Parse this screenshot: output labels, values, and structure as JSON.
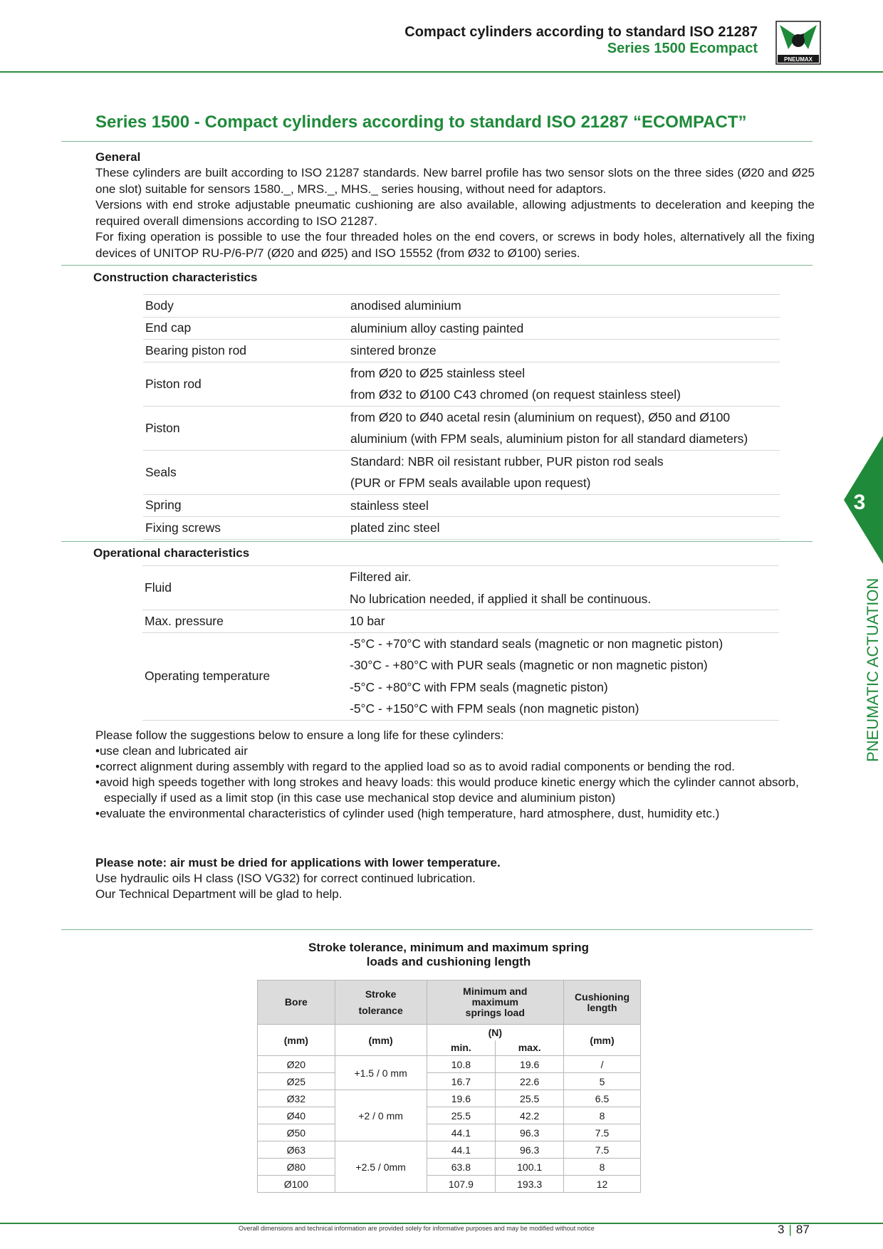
{
  "header": {
    "title": "Compact cylinders according to standard ISO 21287",
    "subtitle": "Series 1500 Ecompact",
    "logo_text": "PNEUMAX"
  },
  "main_title": "Series 1500 - Compact cylinders according to standard ISO 21287 “ECOMPACT”",
  "general": {
    "heading": "General",
    "paragraphs": [
      "These cylinders are built according to ISO 21287 standards. New barrel profile has two sensor slots on the three sides (Ø20 and Ø25 one slot) suitable for sensors 1580._, MRS._, MHS._ series housing, without need for adaptors.",
      "Versions with end stroke adjustable pneumatic cushioning are also available, allowing adjustments to deceleration and keeping the required overall dimensions according to ISO 21287.",
      "For fixing operation is possible to use the four threaded holes on the end covers, or screws in body holes, alternatively all the fixing devices of UNITOP RU-P/6-P/7 (Ø20 and Ø25) and ISO 15552 (from Ø32 to Ø100) series."
    ]
  },
  "construction": {
    "heading": "Construction characteristics",
    "rows": [
      {
        "label": "Body",
        "values": [
          "anodised aluminium"
        ]
      },
      {
        "label": "End cap",
        "values": [
          "aluminium alloy casting painted"
        ]
      },
      {
        "label": "Bearing piston rod",
        "values": [
          "sintered bronze"
        ]
      },
      {
        "label": "Piston rod",
        "values": [
          "from Ø20 to Ø25 stainless steel",
          "from Ø32 to Ø100 C43 chromed (on request stainless steel)"
        ]
      },
      {
        "label": "Piston",
        "values": [
          "from Ø20 to Ø40 acetal resin (aluminium on request), Ø50 and Ø100",
          "aluminium (with FPM seals, aluminium piston for all standard diameters)"
        ]
      },
      {
        "label": "Seals",
        "values": [
          "Standard: NBR oil resistant rubber, PUR piston rod seals",
          "(PUR or FPM seals available upon request)"
        ]
      },
      {
        "label": "Spring",
        "values": [
          "stainless steel"
        ]
      },
      {
        "label": "Fixing screws",
        "values": [
          "plated zinc steel"
        ]
      }
    ]
  },
  "operational": {
    "heading": "Operational characteristics",
    "rows": [
      {
        "label": "Fluid",
        "values": [
          "Filtered air.",
          "No lubrication needed, if applied it shall be continuous."
        ]
      },
      {
        "label": "Max. pressure",
        "values": [
          "10 bar"
        ]
      },
      {
        "label": "Operating temperature",
        "values": [
          "-5°C - +70°C with standard seals (magnetic or non magnetic piston)",
          "-30°C - +80°C with PUR seals (magnetic or non magnetic piston)",
          "-5°C - +80°C with FPM seals (magnetic piston)",
          "-5°C - +150°C with FPM seals (non magnetic piston)"
        ]
      }
    ]
  },
  "suggestions": {
    "intro": "Please follow the suggestions below to ensure a long life for these cylinders:",
    "bullets": [
      "use clean and lubricated air",
      "correct alignment during assembly with regard to the applied load so as to avoid radial components or bending the rod.",
      "avoid high speeds together with long strokes and heavy loads: this would produce kinetic energy which the cylinder cannot absorb, especially if used as a limit stop (in this case use mechanical stop device and aluminium piston)",
      "evaluate the environmental characteristics of cylinder used (high temperature, hard atmosphere, dust, humidity etc.)"
    ]
  },
  "note": {
    "bold": "Please note: air must be dried for applications with lower temperature.",
    "lines": [
      "Use hydraulic oils H class (ISO VG32) for correct continued lubrication.",
      "Our Technical Department will be glad to help."
    ]
  },
  "stroke_table": {
    "title_lines": [
      "Stroke tolerance, minimum and maximum spring",
      "loads and cushioning length"
    ],
    "headers": {
      "bore": "Bore",
      "stroke": [
        "Stroke",
        "tolerance"
      ],
      "springs": [
        "Minimum and",
        "maximum",
        "springs load"
      ],
      "cushioning": [
        "Cushioning",
        "length"
      ]
    },
    "units": {
      "bore": "(mm)",
      "stroke": "(mm)",
      "springs": "(N)",
      "cushioning": "(mm)",
      "min": "min.",
      "max": "max."
    },
    "tolerance_groups": [
      "+1.5 / 0 mm",
      "+2 / 0 mm",
      "+2.5 / 0mm"
    ],
    "rows": [
      {
        "bore": "Ø20",
        "min": "10.8",
        "max": "19.6",
        "cushion": "/"
      },
      {
        "bore": "Ø25",
        "min": "16.7",
        "max": "22.6",
        "cushion": "5"
      },
      {
        "bore": "Ø32",
        "min": "19.6",
        "max": "25.5",
        "cushion": "6.5"
      },
      {
        "bore": "Ø40",
        "min": "25.5",
        "max": "42.2",
        "cushion": "8"
      },
      {
        "bore": "Ø50",
        "min": "44.1",
        "max": "96.3",
        "cushion": "7.5"
      },
      {
        "bore": "Ø63",
        "min": "44.1",
        "max": "96.3",
        "cushion": "7.5"
      },
      {
        "bore": "Ø80",
        "min": "63.8",
        "max": "100.1",
        "cushion": "8"
      },
      {
        "bore": "Ø100",
        "min": "107.9",
        "max": "193.3",
        "cushion": "12"
      }
    ]
  },
  "side": {
    "chapter": "3",
    "label": "PNEUMATIC ACTUATION"
  },
  "footer": {
    "note": "Overall dimensions and technical information are provided solely for informative purposes and may be modified without notice",
    "chapter": "3",
    "separator": "|",
    "page": "87"
  },
  "colors": {
    "accent": "#1f8a3a",
    "rule": "#7fb596",
    "table_header": "#dcdcdc"
  }
}
